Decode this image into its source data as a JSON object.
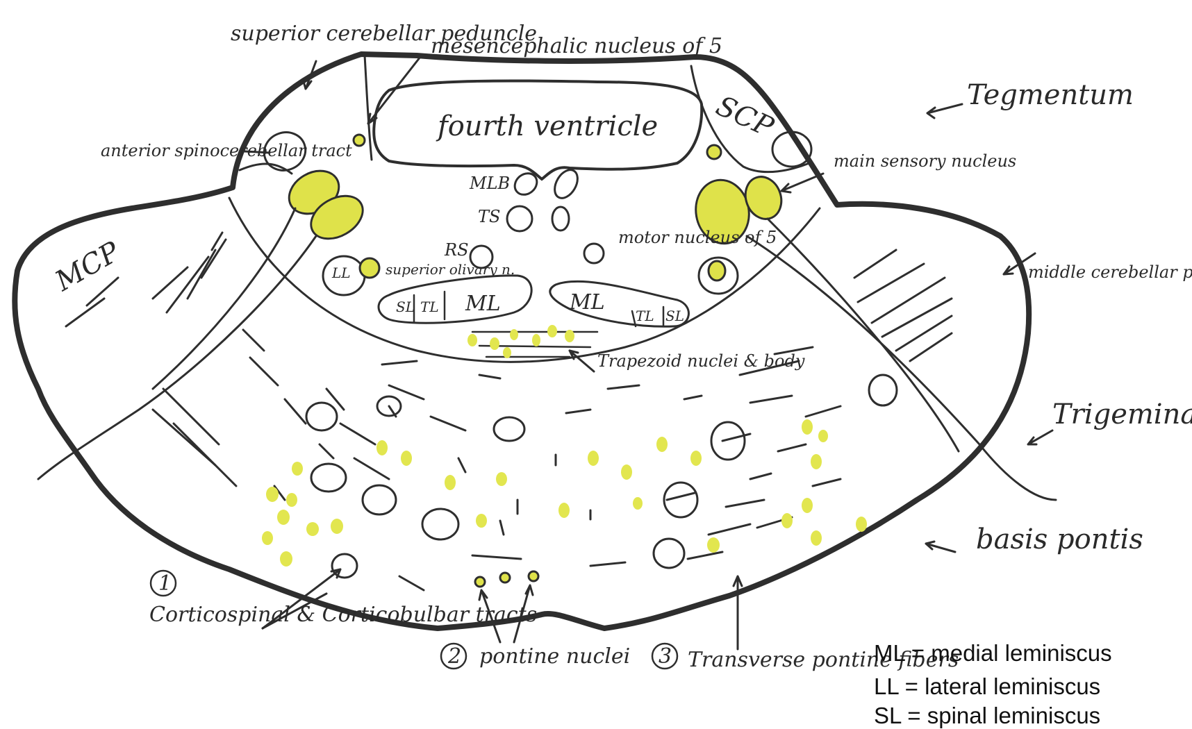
{
  "labels": {
    "superior_cerebellar_peduncle": "superior cerebellar peduncle",
    "mesencephalic_nucleus": "mesencephalic nucleus of 5",
    "tegmentum": "Tegmentum",
    "fourth_ventricle": "fourth ventricle",
    "anterior_spinocerebellar_tract": "anterior spinocerebellar tract",
    "scp": "SCP",
    "main_sensory_nucleus": "main sensory nucleus",
    "motor_nucleus": "motor nucleus of 5",
    "mlb": "MLB",
    "ts": "TS",
    "rs": "RS",
    "mcp": "MCP",
    "middle_cerebellar_peduncle": "middle cerebellar peduncle",
    "ll": "LL",
    "superior_olivary_nucleus": "superior olivary n.",
    "ml_left": "ML",
    "ml_right": "ML",
    "sl_left": "SL",
    "tl_left": "TL",
    "tl_right": "TL",
    "sl_right": "SL",
    "trapezoid": "Trapezoid nuclei & body",
    "trigeminal_nerve": "Trigeminal nerve",
    "basis_pontis": "basis pontis",
    "num1": "1",
    "corticospinal": "Corticospinal & Corticobulbar tracts",
    "num2": "2",
    "pontine_nuclei": "pontine nuclei",
    "num3": "3",
    "transverse_fibers": "Transverse pontine fibers"
  },
  "legend": [
    "ML = medial leminiscus",
    "LL = lateral leminiscus",
    "SL = spinal leminiscus"
  ],
  "colors": {
    "ink": "#2e2e2e",
    "nucleus_fill": "#dfe24a",
    "background": "#ffffff"
  }
}
